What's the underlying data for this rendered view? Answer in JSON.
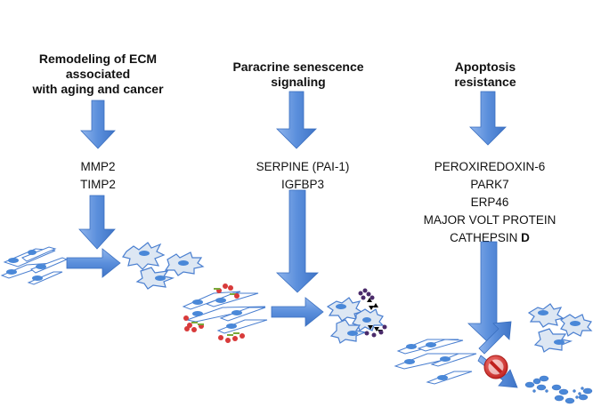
{
  "columns": [
    {
      "id": "ecm",
      "heading": [
        "Remodeling of ECM",
        "associated",
        "with aging and cancer"
      ],
      "genes": [
        "MMP2",
        "TIMP2"
      ]
    },
    {
      "id": "paracrine",
      "heading": [
        "Paracrine senescence",
        "signaling"
      ],
      "genes": [
        "SERPINE (PAI-1)",
        "IGFBP3"
      ]
    },
    {
      "id": "apoptosis",
      "heading": [
        "Apoptosis",
        "resistance"
      ],
      "genes": [
        "PEROXIREDOXIN-6",
        "PARK7",
        "ERP46",
        "MAJOR VOLT PROTEIN",
        "CATHEPSIN"
      ],
      "genes_last_suffix_bold": "D"
    }
  ],
  "colors": {
    "arrow_fill": "#5b8fdc",
    "arrow_stroke": "#3a6fc0",
    "cell_stroke": "#4a7fd0",
    "nucleus": "#4a88d8",
    "senescent_fill": "#dde7f3",
    "sasp_red": "#d83a3a",
    "sasp_green": "#7aa83a",
    "purple": "#4a2a6a",
    "prohibit_red": "#d9322f"
  }
}
